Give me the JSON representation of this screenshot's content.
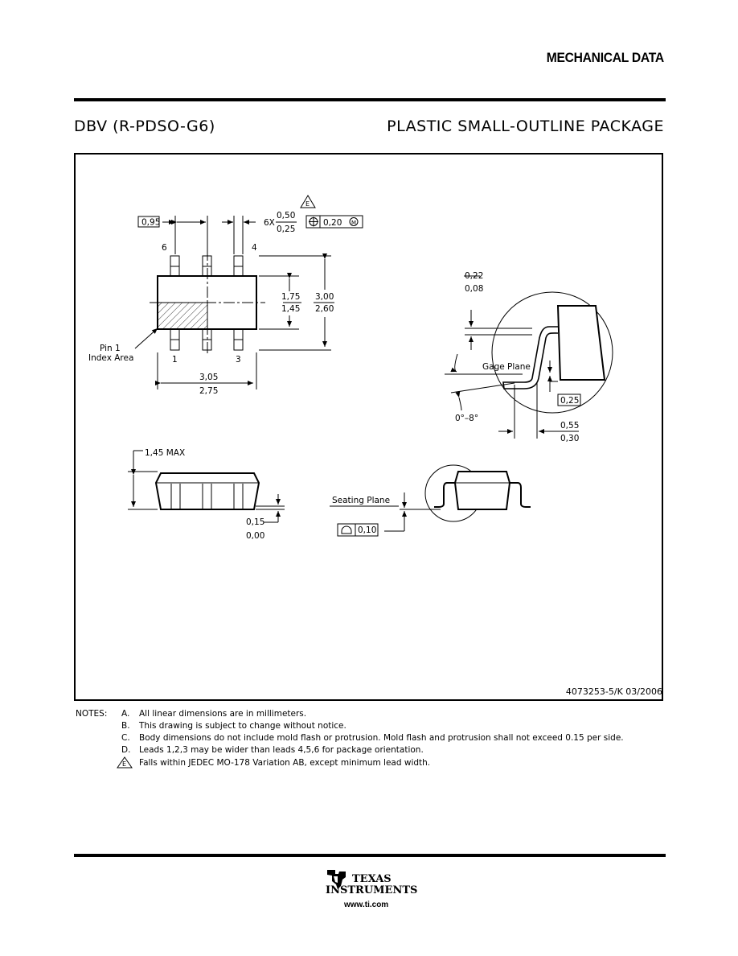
{
  "header": {
    "title": "MECHANICAL DATA"
  },
  "package": {
    "code": "DBV (R-PDSO-G6)",
    "description": "PLASTIC SMALL-OUTLINE PACKAGE"
  },
  "drawing": {
    "top_view": {
      "pitch": "0,95",
      "lead_width_qty": "6X",
      "lead_width_max": "0,50",
      "lead_width_min": "0,25",
      "note_flag": "E",
      "tolerance": "0,20",
      "modifier": "M",
      "pin6": "6",
      "pin4": "4",
      "pin1": "1",
      "pin3": "3",
      "pin1_label_line1": "Pin 1",
      "pin1_label_line2": "Index Area",
      "body_width_max": "1,75",
      "body_width_min": "1,45",
      "overall_width_max": "3,00",
      "overall_width_min": "2,60",
      "body_length_max": "3,05",
      "body_length_min": "2,75"
    },
    "side_view": {
      "height_max": "1,45 MAX",
      "standoff_max": "0,15",
      "standoff_min": "0,00",
      "seating_plane": "Seating Plane",
      "coplanarity": "0,10"
    },
    "detail": {
      "lead_thick_max": "0,22",
      "lead_thick_min": "0,08",
      "gage_plane": "Gage Plane",
      "gage_dim": "0,25",
      "angle": "0°–8°",
      "foot_max": "0,55",
      "foot_min": "0,30"
    },
    "doc_id": "4073253-5/K 03/2006"
  },
  "notes": {
    "label": "NOTES:",
    "items": [
      {
        "key": "A.",
        "text": "All linear dimensions are in millimeters."
      },
      {
        "key": "B.",
        "text": "This drawing is subject to change without notice."
      },
      {
        "key": "C.",
        "text": "Body dimensions do not include mold flash or protrusion. Mold flash and protrusion shall not exceed 0.15 per side."
      },
      {
        "key": "D.",
        "text": "Leads 1,2,3 may be wider than leads 4,5,6 for package orientation."
      },
      {
        "key": "E",
        "text": "Falls within JEDEC MO-178 Variation AB, except minimum lead width."
      }
    ]
  },
  "footer": {
    "brand_line1": "TEXAS",
    "brand_line2": "INSTRUMENTS",
    "url": "www.ti.com"
  }
}
